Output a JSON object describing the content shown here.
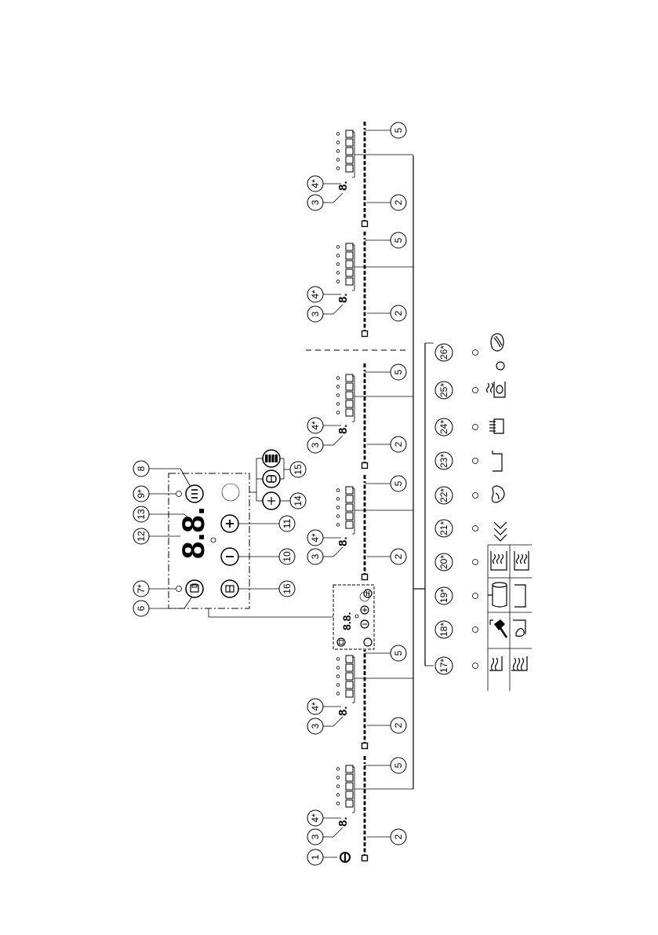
{
  "callouts": {
    "c1": "1",
    "c2": "2",
    "c3": "3",
    "c4": "4*",
    "c5": "5",
    "c6": "6",
    "c7": "7*",
    "c8": "8",
    "c9": "9*",
    "c10": "10",
    "c11": "11",
    "c12": "12",
    "c13": "13",
    "c14": "14",
    "c15": "15",
    "c16": "16",
    "c17": "17*",
    "c18": "18*",
    "c19": "19*",
    "c20": "20*",
    "c21": "21*",
    "c22": "22*",
    "c23": "23*",
    "c24": "24*",
    "c25": "25*",
    "c26": "26*"
  },
  "zone_display": "8.",
  "timer_display": "8.8.",
  "icons": {
    "zone_power": "zone-power-icon",
    "lock": "lock-icon",
    "pause": "pause-icon",
    "plus": "plus-icon",
    "minus": "minus-icon",
    "bridge": "bridge-icon",
    "flex_zone": "flex-zone-icon",
    "flex_zone_full": "flex-zone-full-icon",
    "keep_warm": "keep-warm-icon",
    "timer": "timer-clock-icon",
    "melt": "melt-icon",
    "frying_pan": "frying-pan-icon",
    "pot": "pot-icon",
    "boil": "boil-icon",
    "speed": "speed-chevrons-icon",
    "steak": "steak-icon",
    "grill_pan": "grill-pan-icon",
    "fries": "fries-icon",
    "steamer": "steamer-icon",
    "pancake": "pancake-egg-icon"
  }
}
